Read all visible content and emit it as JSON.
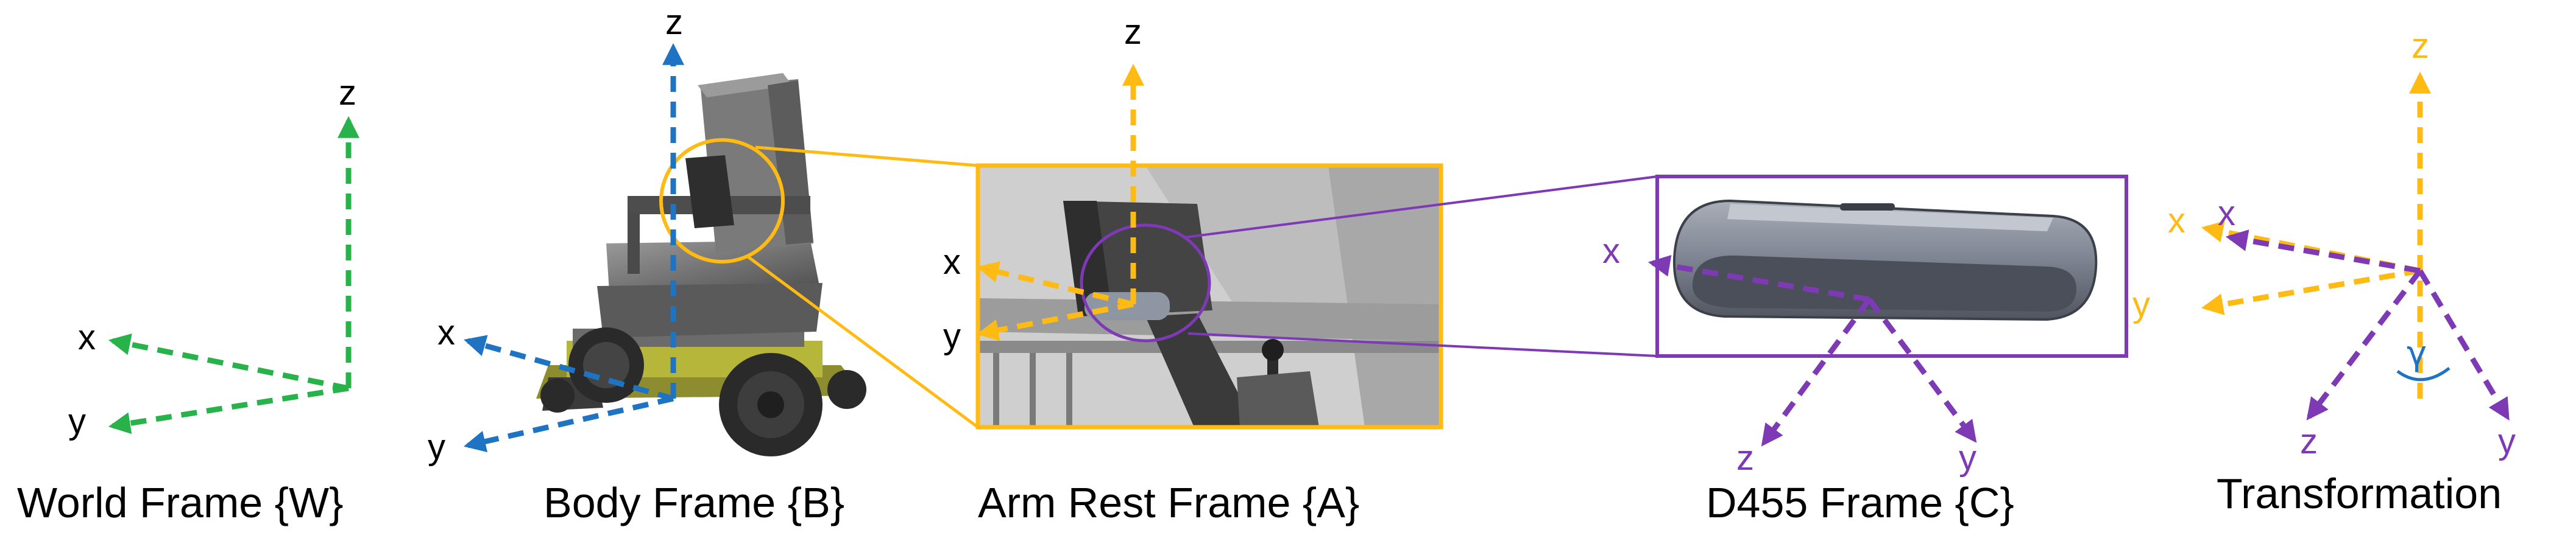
{
  "colors": {
    "world": "#27b24a",
    "body": "#1f73c3",
    "armrest": "#ffba14",
    "camera": "#7e3ab5",
    "text": "#000000",
    "zoom_frame": "#ffba14",
    "camera_box": "#7e3ab5",
    "angle_marker": "#1f73c3"
  },
  "icons": {
    "wheelchair": "wheelchair-illustration",
    "armrest_closeup": "armrest-closeup-illustration",
    "camera": "d455-camera-illustration"
  },
  "frames": {
    "world": {
      "caption": "World Frame {W}",
      "axes": {
        "x": "x",
        "y": "y",
        "z": "z"
      }
    },
    "body": {
      "caption": "Body Frame {B}",
      "axes": {
        "x": "x",
        "y": "y",
        "z": "z"
      }
    },
    "armrest": {
      "caption": "Arm Rest Frame {A}",
      "axes": {
        "x": "x",
        "y": "y",
        "z": "z"
      }
    },
    "camera": {
      "caption": "D455 Frame {C}",
      "axes": {
        "x": "x",
        "y": "y",
        "z": "z"
      }
    },
    "transformation": {
      "caption": "Transformation",
      "armrest_axes": {
        "x": "x",
        "y": "y",
        "z": "z"
      },
      "camera_axes": {
        "x": "x",
        "y": "y",
        "z": "z"
      },
      "angle_symbol": "γ"
    }
  }
}
